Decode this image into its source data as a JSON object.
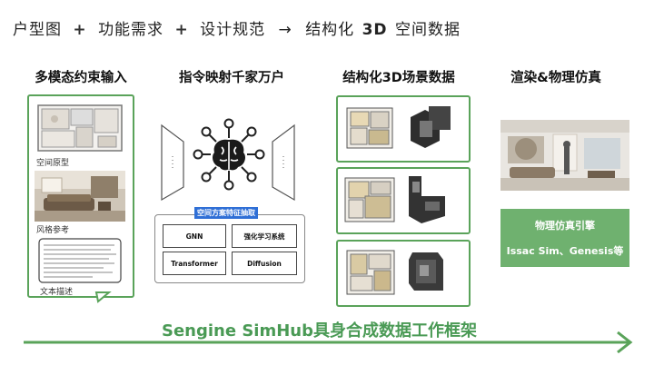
{
  "headline": {
    "part1": "户型图",
    "plus1": "+",
    "part2": "功能需求",
    "plus2": "+",
    "part3": "设计规范",
    "arrow": "→",
    "part4": "结构化",
    "part4b": "3D",
    "part4c": "空间数据"
  },
  "columns": {
    "col1_title": "多模态约束输入",
    "col2_title": "指令映射千家万户",
    "col3_title": "结构化3D场景数据",
    "col4_title": "渲染&物理仿真"
  },
  "inputs": {
    "floorplan_caption": "空间原型",
    "style_caption": "风格参考",
    "text_caption": "文本描述"
  },
  "model": {
    "feature_label": "空间方案特征抽取",
    "cells": [
      "GNN",
      "强化学习系统",
      "Transformer",
      "Diffusion"
    ]
  },
  "sim": {
    "engine_title": "物理仿真引擎",
    "engine_names": "Issac Sim、Genesis等"
  },
  "footer": {
    "framework_title": "Sengine SimHub具身合成数据工作框架"
  },
  "colors": {
    "accent_green": "#5aa35a",
    "title_green": "#4a9a55",
    "panel_green": "#6fb16f",
    "highlight_blue": "#2f6fd6"
  }
}
